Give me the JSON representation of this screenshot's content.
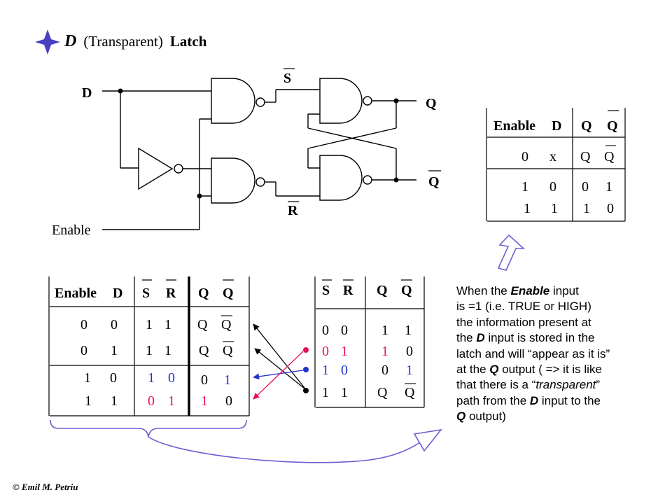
{
  "title": {
    "main": "D",
    "paren": "(Transparent)",
    "tail": "Latch"
  },
  "circuit": {
    "input_d": "D",
    "input_enable": "Enable",
    "s_bar": "S",
    "r_bar": "R",
    "out_q": "Q",
    "out_q_bar": "Q"
  },
  "summary_table": {
    "headers": [
      "Enable",
      "D",
      "Q",
      "Q"
    ],
    "rows": [
      [
        "0",
        "x",
        "Q",
        "Q"
      ],
      [
        "1",
        "0",
        "0",
        "1"
      ],
      [
        "1",
        "1",
        "1",
        "0"
      ]
    ]
  },
  "full_table": {
    "headers": [
      "Enable",
      "D",
      "S",
      "R",
      "Q",
      "Q"
    ],
    "rows": [
      [
        "0",
        "0",
        "1",
        "1",
        "Q",
        "Q"
      ],
      [
        "0",
        "1",
        "1",
        "1",
        "Q",
        "Q"
      ],
      [
        "1",
        "0",
        "1",
        "0",
        "0",
        "1"
      ],
      [
        "1",
        "1",
        "0",
        "1",
        "1",
        "0"
      ]
    ]
  },
  "sr_table": {
    "headers": [
      "S",
      "R",
      "Q",
      "Q"
    ],
    "rows": [
      [
        "0",
        "0",
        "1",
        "1"
      ],
      [
        "0",
        "1",
        "1",
        "0"
      ],
      [
        "1",
        "0",
        "0",
        "1"
      ],
      [
        "1",
        "1",
        "Q",
        "Q"
      ]
    ]
  },
  "description": {
    "l1a": "When the ",
    "l1b": "Enable",
    "l1c": " input",
    "l2": " is =1 (i.e. TRUE or HIGH)",
    "l3": "the information present at",
    "l4a": "the ",
    "l4b": "D",
    "l4c": " input is stored in the",
    "l5": "latch and will “appear as it is”",
    "l6a": "at the ",
    "l6b": "Q",
    "l6c": " output  ( => it is like",
    "l7a": "that there is a “",
    "l7b": "transparent",
    "l7c": "”",
    "l8a": "path from the ",
    "l8b": "D",
    "l8c": " input to the",
    "l9a": "Q",
    "l9b": " output)"
  },
  "copyright": "©  Emil M. Petriu",
  "colors": {
    "red": "#e8105a",
    "blue": "#2233cc",
    "arrow_outline": "#6b5fd0"
  }
}
